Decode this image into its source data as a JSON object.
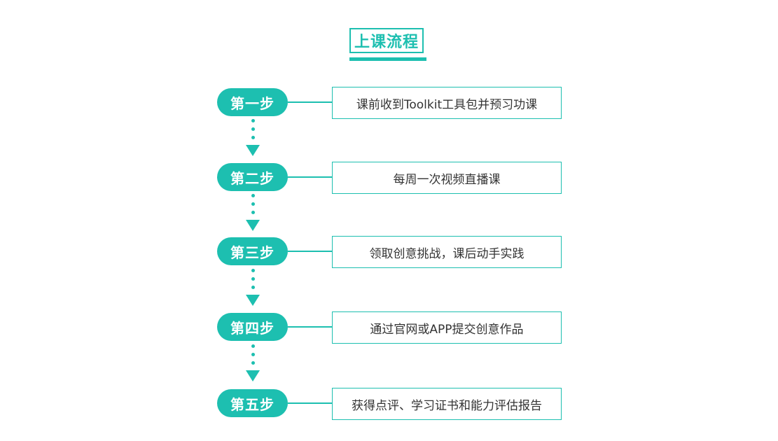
{
  "title": "上课流程",
  "accent_color": "#1dbfb0",
  "steps": [
    {
      "label": "第一步",
      "description": "课前收到Toolkit工具包并预习功课"
    },
    {
      "label": "第二步",
      "description": "每周一次视频直播课"
    },
    {
      "label": "第三步",
      "description": "领取创意挑战，课后动手实践"
    },
    {
      "label": "第四步",
      "description": "通过官网或APP提交创意作品"
    },
    {
      "label": "第五步",
      "description": "获得点评、学习证书和能力评估报告"
    }
  ]
}
